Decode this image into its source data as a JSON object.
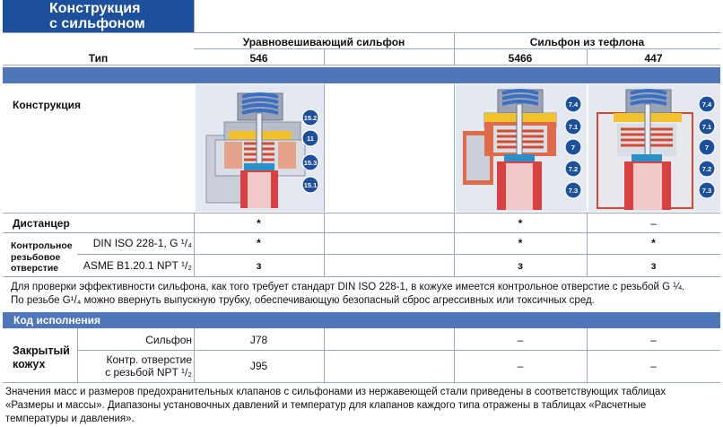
{
  "title_line1": "Конструкция",
  "title_line2": "с сильфоном",
  "col_groups": {
    "balanced": "Уравновешивающий сильфон",
    "ptfe": "Сильфон из тефлона"
  },
  "row_type": {
    "label": "Тип",
    "t546": "546",
    "t5466": "5466",
    "t447": "447"
  },
  "row_construction": {
    "label": "Конструкция"
  },
  "callouts_546": [
    "15.2",
    "11",
    "15.3",
    "15.1"
  ],
  "callouts_5466": [
    "7.4",
    "7.1",
    "7",
    "7.2",
    "7.3"
  ],
  "callouts_447": [
    "7.4",
    "7.1",
    "7",
    "7.2",
    "7.3"
  ],
  "row_spacer": {
    "label": "Дистанцер",
    "v546": "*",
    "v5466": "*",
    "v447": "–"
  },
  "row_test": {
    "label_l1": "Контрольное",
    "label_l2": "резьбовое",
    "label_l3": "отверстие",
    "din": {
      "label": "DIN ISO 228-1, G ¹/₄",
      "v546": "*",
      "v5466": "*",
      "v447": "*"
    },
    "asme": {
      "label": "ASME B1.20.1 NPT ¹/₂",
      "v546": "з",
      "v5466": "з",
      "v447": "з"
    }
  },
  "note1_line1": "Для проверки эффективности сильфона, как того требует стандарт DIN ISO 228-1, в кожухе имеется контрольное отверстие с резьбой G ¼.",
  "note1_line2": "По резьбе G¹/₄ можно ввернуть выпускную трубку, обеспечивающую безопасный сброс агрессивных или токсичных сред.",
  "code_header": "Код исполнения",
  "closed_cap": {
    "label_l1": "Закрытый",
    "label_l2": "кожух",
    "bellows": {
      "label": "Сильфон",
      "v546": "J78",
      "v5466": "–",
      "v447": "–"
    },
    "npt": {
      "label_l1": "Контр. отверстие",
      "label_l2": "с резьбой NPT ¹/₂",
      "v546": "J95",
      "v5466": "–",
      "v447": "–"
    }
  },
  "note2_line1": "Значения масс и размеров предохранительных клапанов с сильфонами из нержавеющей стали приведены в соответствующих таблицах",
  "note2_line2": "«Размеры и массы». Диапазоны установочных давлений и температур для клапанов каждого типа отражены в таблицах «Расчетные",
  "note2_line3": "температуры и давления».",
  "colors": {
    "accent": "#1c4f9c",
    "bar": "#4f76b9",
    "flange": "#e06b4a",
    "bellows_yellow": "#f2c12e",
    "spring_blue": "#3a6fc4"
  }
}
